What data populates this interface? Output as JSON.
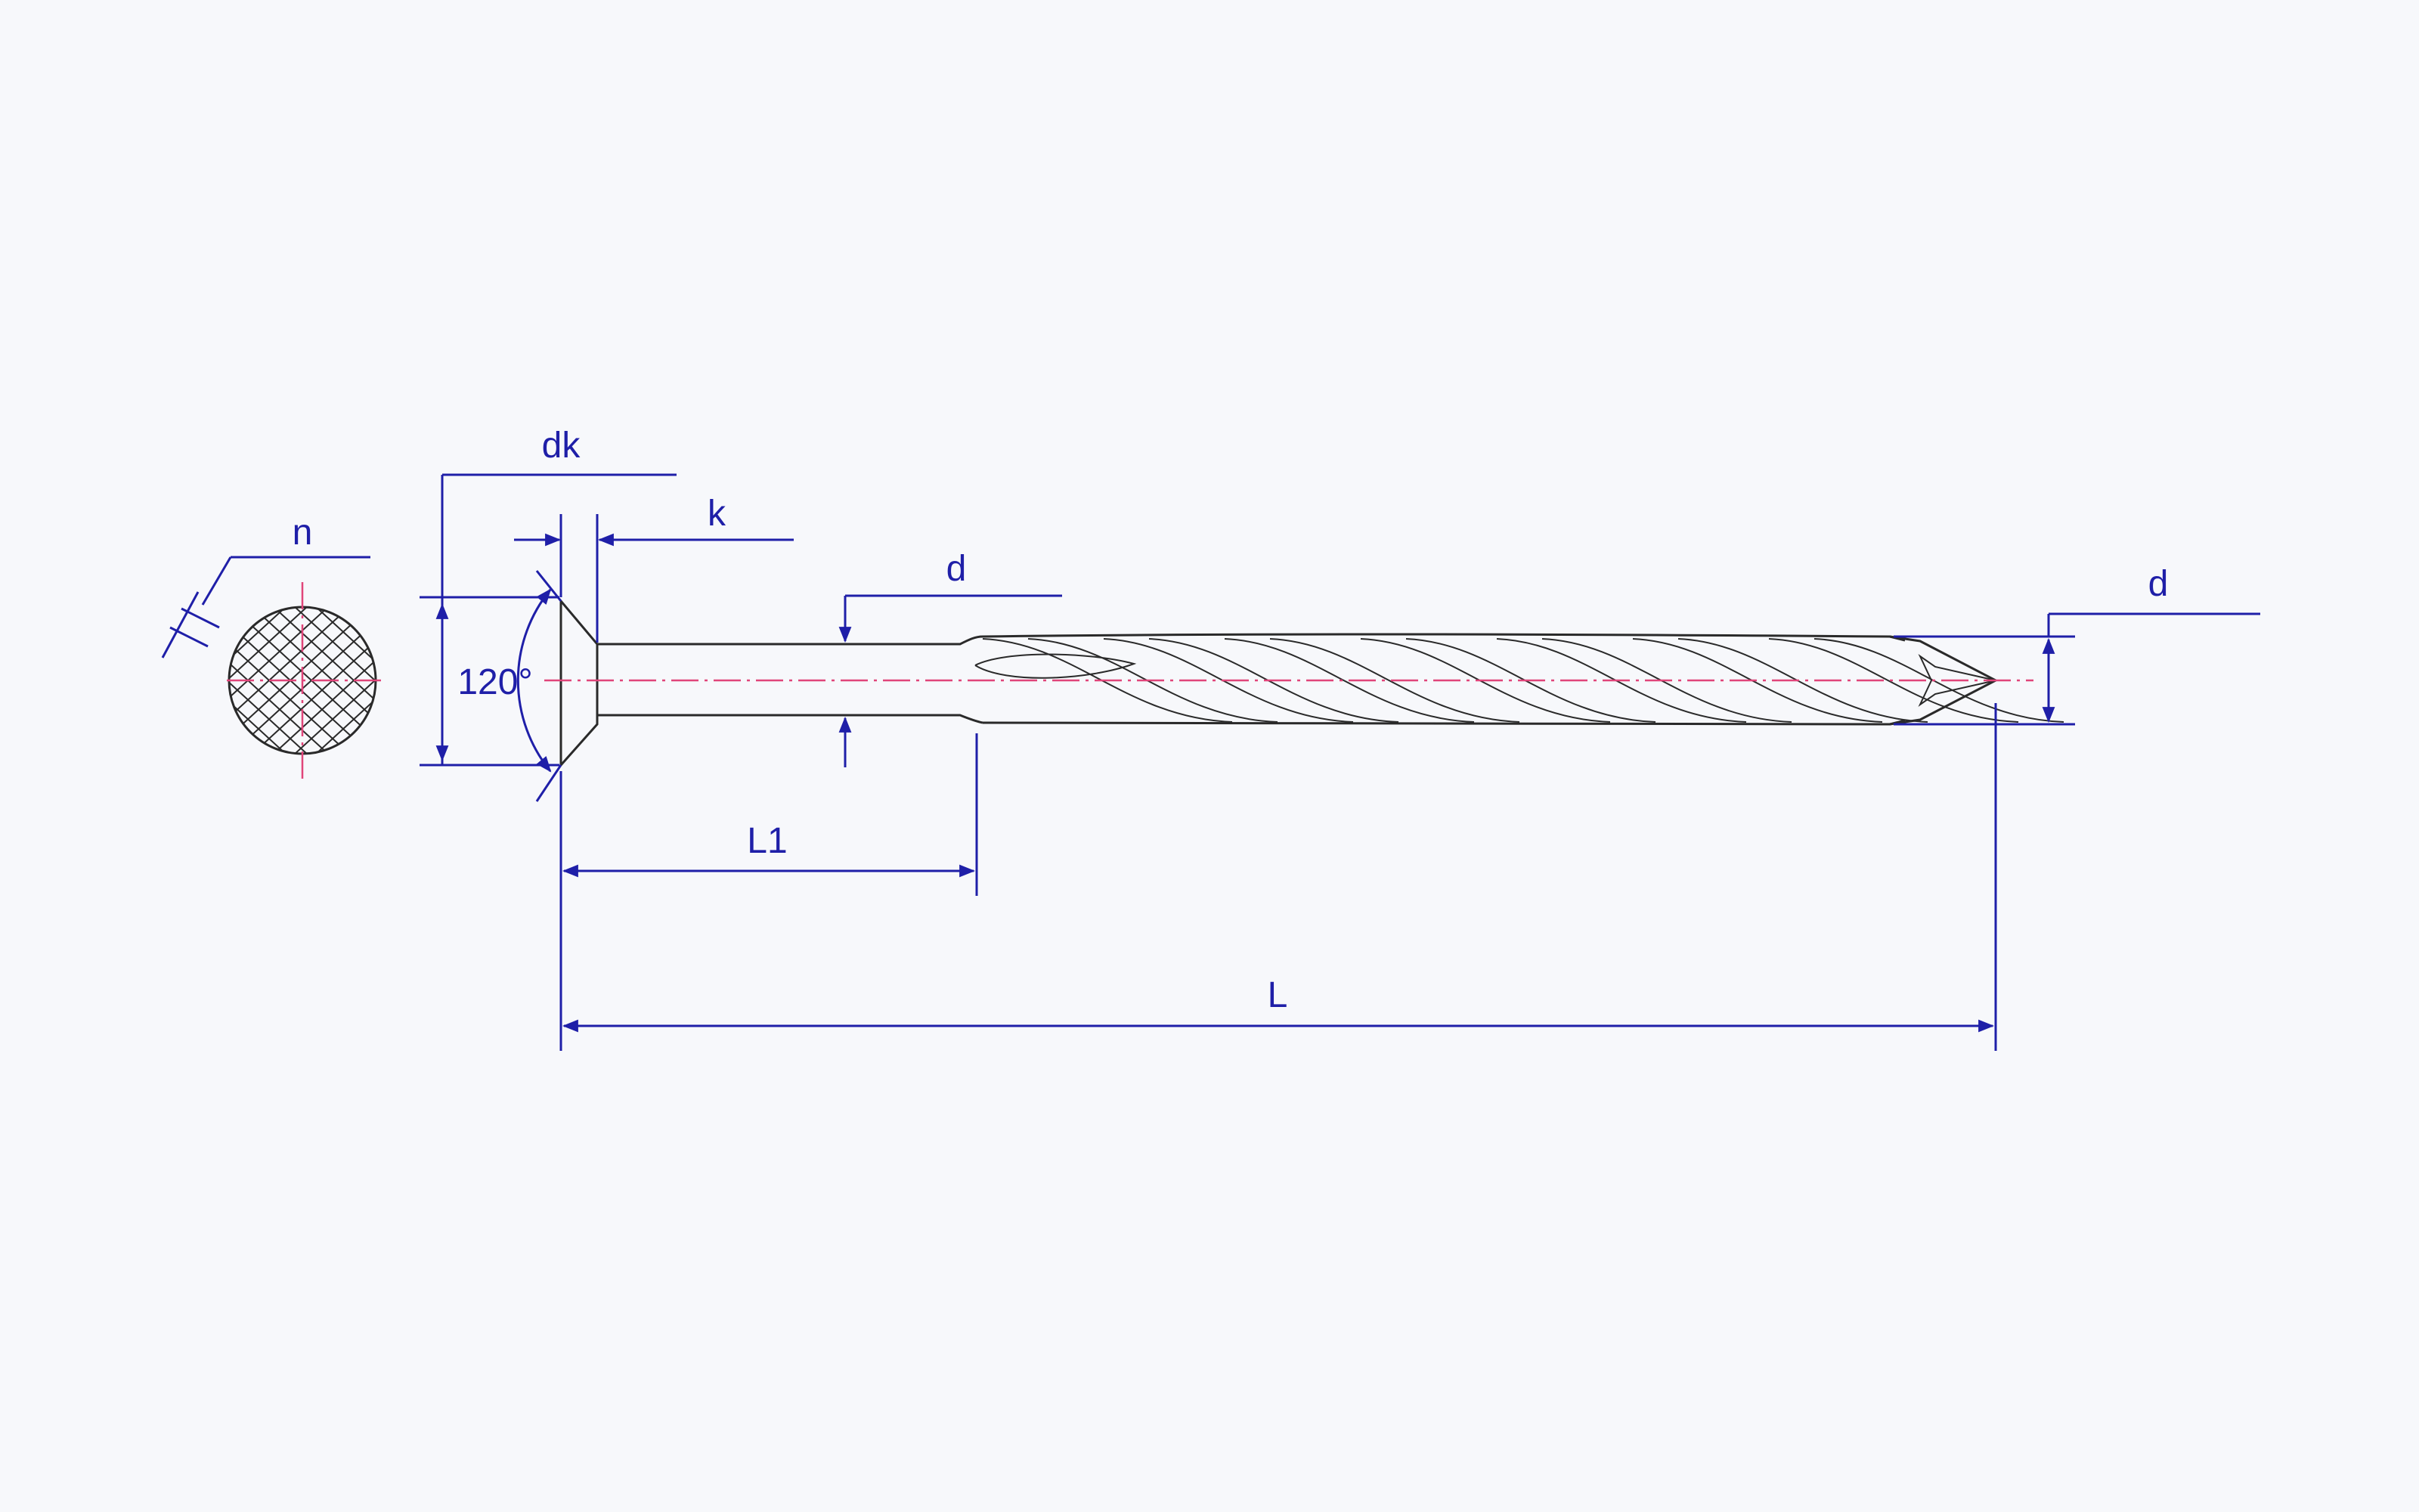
{
  "drawing": {
    "labels": {
      "n": "n",
      "dk": "dk",
      "k": "k",
      "d_shank": "d",
      "d_thread": "d",
      "angle": "120°",
      "L1": "L1",
      "L": "L"
    },
    "colors": {
      "dimension": "#1f1fa8",
      "part_outline": "#2a2a2a",
      "center_line": "#e0457a",
      "background": "#f7f8fb"
    }
  }
}
